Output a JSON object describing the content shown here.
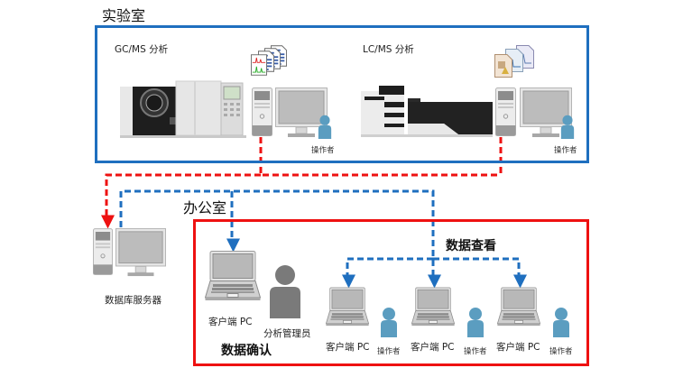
{
  "diagram": {
    "lab": {
      "title": "实验室",
      "border_color": "#1f6fbf",
      "sections": [
        {
          "label": "GC/MS 分析",
          "instrument": "gc-ms-instrument",
          "operator_label": "操作者"
        },
        {
          "label": "LC/MS 分析",
          "instrument": "lc-ms-instrument",
          "operator_label": "操作者"
        }
      ]
    },
    "server": {
      "label": "数据库服务器"
    },
    "office": {
      "title": "办公室",
      "border_color": "#ee1111",
      "manager": {
        "client_label": "客户端 PC",
        "person_label": "分析管理员",
        "caption": "数据确认"
      },
      "viewing": {
        "caption": "数据查看",
        "clients": [
          {
            "client_label": "客户端 PC",
            "operator_label": "操作者"
          },
          {
            "client_label": "客户端 PC",
            "operator_label": "操作者"
          },
          {
            "client_label": "客户端 PC",
            "operator_label": "操作者"
          }
        ]
      }
    },
    "connections": {
      "upload_color": "#ee1111",
      "distribute_color": "#1f6fbf",
      "upload": [
        "GC/MS 工作站 → 数据库服务器",
        "LC/MS 工作站 → 数据库服务器"
      ],
      "distribute": [
        "数据库服务器 → 客户端 PC (分析管理员)",
        "数据库服务器 → 客户端 PC ×3 (操作者)"
      ]
    }
  }
}
